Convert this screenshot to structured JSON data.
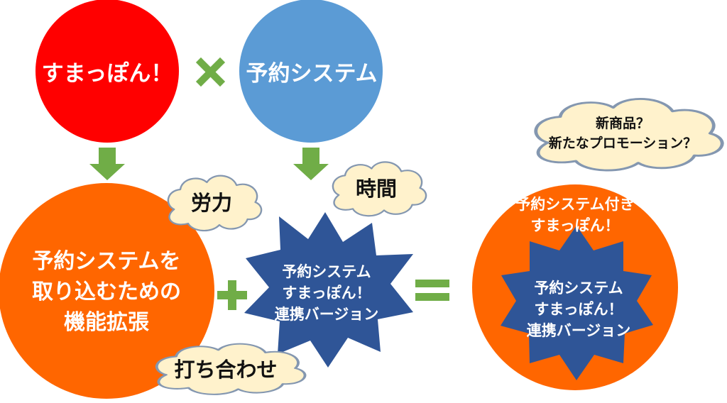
{
  "colors": {
    "red_circle": "#ff0000",
    "blue_circle": "#5b9bd5",
    "orange_circle": "#ff6600",
    "navy_burst": "#2f5597",
    "cloud_fill": "#fff2cc",
    "cloud_stroke": "#8497b0",
    "arrow_green": "#70ad47"
  },
  "diagram": {
    "top_left_circle": "すまっぽん！",
    "times_symbol": "×",
    "top_right_circle": "予約システム",
    "big_circle": {
      "line1": "予約システムを",
      "line2": "取り込むための",
      "line3": "機能拡張"
    },
    "plus_symbol": "+",
    "center_burst": {
      "line1": "予約システム",
      "line2": "すまっぽん！",
      "line3": "連携バージョン"
    },
    "equals_symbol": "=",
    "right_circle": {
      "line1": "予約システム付き",
      "line2": "すまっぽん！"
    },
    "right_burst": {
      "line1": "予約システム",
      "line2": "すまっぽん！",
      "line3": "連携バージョン"
    },
    "clouds": {
      "effort": "労力",
      "time": "時間",
      "meeting": "打ち合わせ",
      "future_line1": "新商品？",
      "future_line2": "新たなプロモーション？"
    }
  }
}
